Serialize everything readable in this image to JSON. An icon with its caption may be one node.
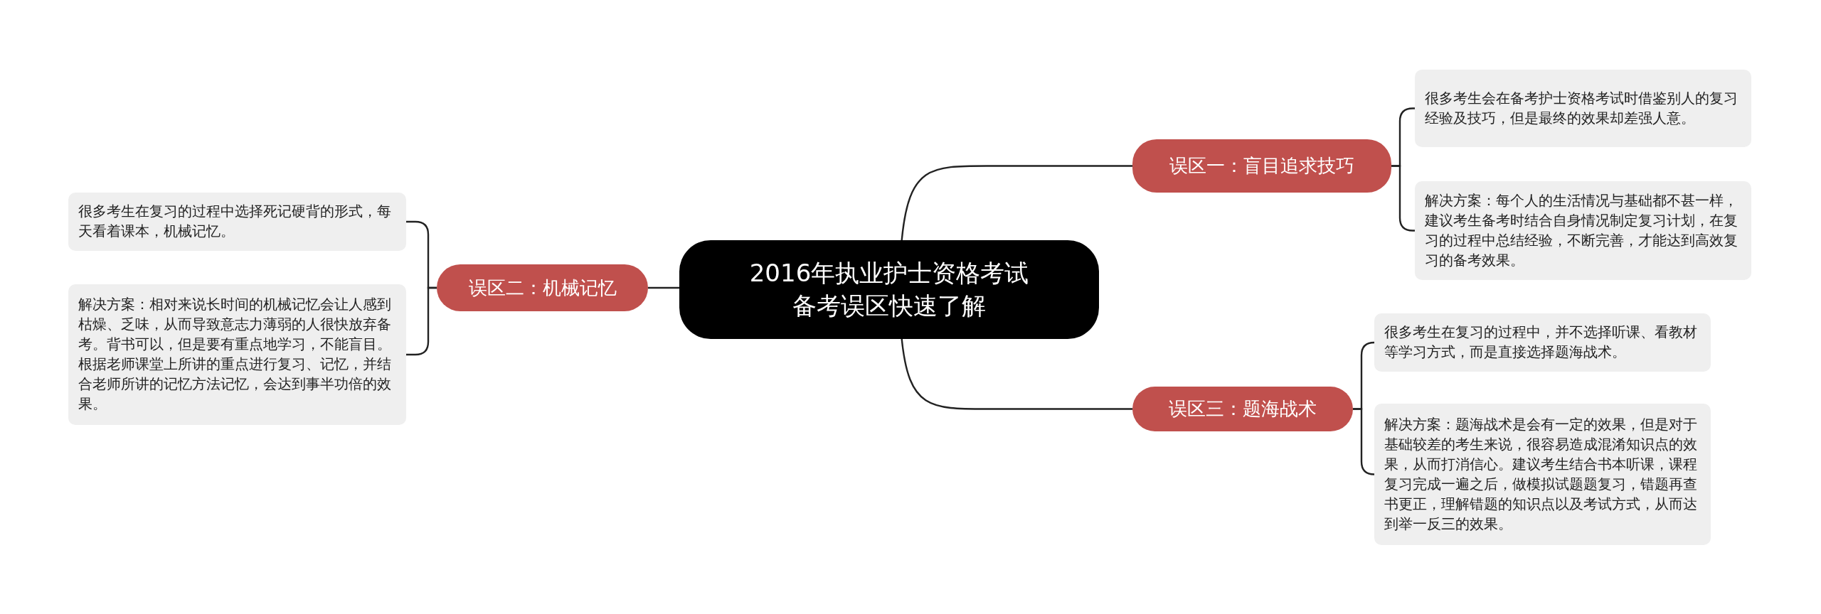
{
  "diagram": {
    "nodes": [
      {
        "text": [
          "2016年执业护士资格考试备考误区快速了解"
        ]
      },
      {
        "text": [
          "误区一：盲目追求技巧"
        ]
      },
      {
        "text": [
          "很多考生会在备考护士资格考试时借鉴别人的复习经验及技巧，但是最终的效果却差强人意。"
        ]
      },
      {
        "text": [
          "解决方案：每个人的生活情况与基础都不甚一样，建议考生备考时结合自身情况制定复习计划，在复习的过程中总结经验，不断完善，才能达到高效复习的备考效果。"
        ]
      },
      {
        "text": [
          "误区二：机械记忆"
        ]
      },
      {
        "text": [
          "很多考生在复习的过程中选择死记硬背的形式，每天看着课本，机械记忆。"
        ]
      },
      {
        "text": [
          "解决方案：相对来说长时间的机械记忆会让人感到枯燥、乏味，从而导致意志力薄弱的人很快放弃备考。背书可以，但是要有重点地学习，不能盲目。根据老师课堂上所讲的重点进行复习、记忆，并结合老师所讲的记忆方法记忆，会达到事半功倍的效果。"
        ]
      },
      {
        "text": [
          "误区三：题海战术"
        ]
      },
      {
        "text": [
          "很多考生在复习的过程中，并不选择听课、看教材等学习方式，而是直接选择题海战术。"
        ]
      },
      {
        "text": [
          "解决方案：题海战术是会有一定的效果，但是对于基础较差的考生来说，很容易造成混淆知识点的效果，从而打消信心。建议考生结合书本听课，课程复习完成一遍之后，做模拟试题题复习，错题再查书更正，理解错题的知识点以及考试方式，从而达到举一反三的效果。"
        ]
      }
    ],
    "edges": [
      {
        "from": 0,
        "to": 1,
        "arrow": "none"
      },
      {
        "from": 1,
        "to": 2,
        "arrow": "none"
      },
      {
        "from": 1,
        "to": 3,
        "arrow": "none"
      },
      {
        "from": 0,
        "to": 4,
        "arrow": "none"
      },
      {
        "from": 4,
        "to": 5,
        "arrow": "none"
      },
      {
        "from": 4,
        "to": 6,
        "arrow": "none"
      },
      {
        "from": 0,
        "to": 7,
        "arrow": "none"
      },
      {
        "from": 7,
        "to": 8,
        "arrow": "none"
      },
      {
        "from": 7,
        "to": 9,
        "arrow": "none"
      }
    ]
  }
}
